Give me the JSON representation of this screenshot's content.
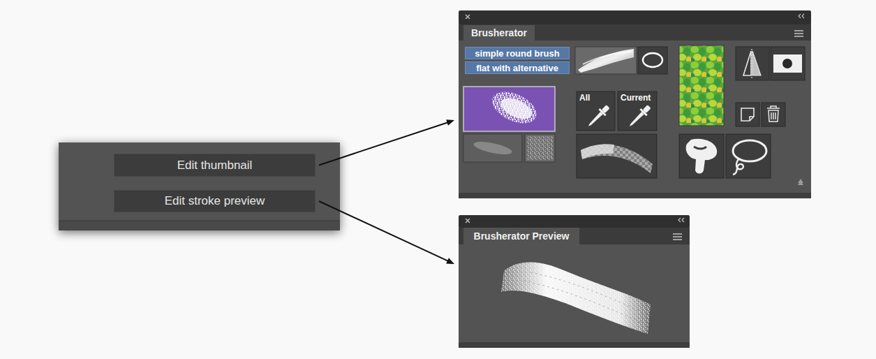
{
  "diagram": {
    "nodes": [
      {
        "text": [
          "Edit thumbnail"
        ]
      },
      {
        "text": [
          "Edit stroke preview"
        ]
      },
      {
        "text": [
          "Brusherator"
        ]
      },
      {
        "text": [
          "simple round brush"
        ],
        "in": 2
      },
      {
        "text": [
          "flat with alternative"
        ],
        "in": 2
      },
      {
        "text": [
          "All"
        ],
        "in": 2
      },
      {
        "text": [
          "Current"
        ],
        "in": 2
      },
      {
        "text": [
          "Brusherator Preview"
        ]
      }
    ],
    "edges": [
      {
        "from": 0,
        "to": 2,
        "arrow": "to"
      },
      {
        "from": 1,
        "to": 7,
        "arrow": "to"
      }
    ]
  }
}
